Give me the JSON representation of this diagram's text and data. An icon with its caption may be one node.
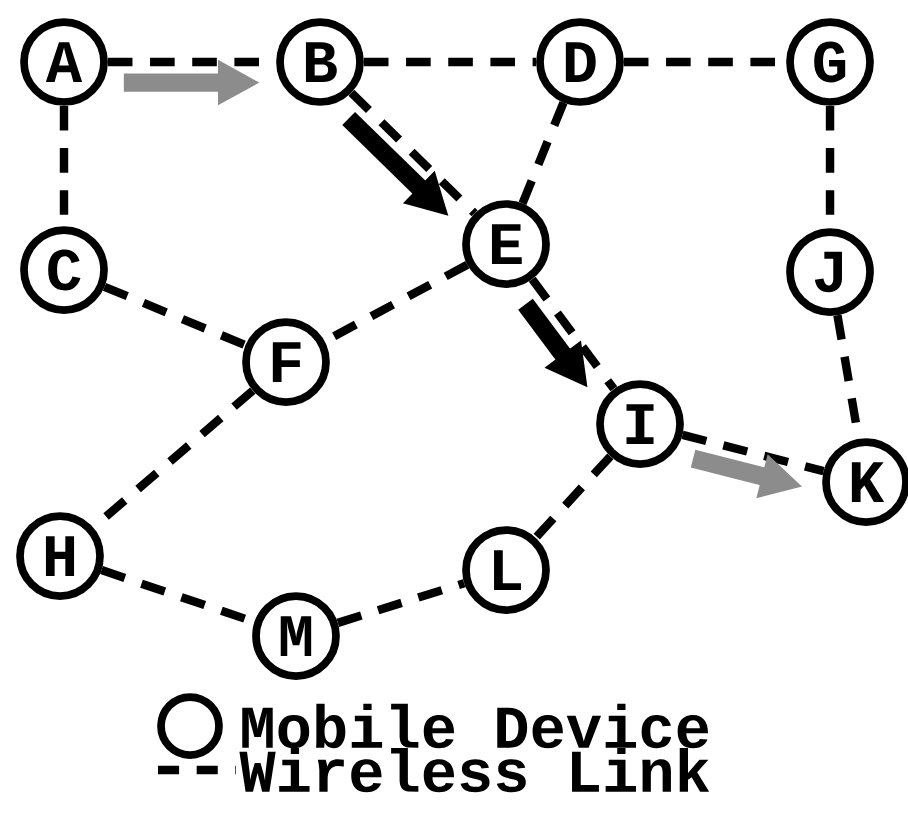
{
  "diagram": {
    "nodes": [
      {
        "text": [
          "A"
        ]
      },
      {
        "text": [
          "B"
        ]
      },
      {
        "text": [
          "D"
        ]
      },
      {
        "text": [
          "G"
        ]
      },
      {
        "text": [
          "C"
        ]
      },
      {
        "text": [
          "E"
        ]
      },
      {
        "text": [
          "J"
        ]
      },
      {
        "text": [
          "F"
        ]
      },
      {
        "text": [
          "I"
        ]
      },
      {
        "text": [
          "K"
        ]
      },
      {
        "text": [
          "H"
        ]
      },
      {
        "text": [
          "L"
        ]
      },
      {
        "text": [
          "M"
        ]
      }
    ],
    "edges": [
      {
        "from": 0,
        "to": 1,
        "arrow": "none",
        "style": "dashed"
      },
      {
        "from": 1,
        "to": 2,
        "arrow": "none",
        "style": "dashed"
      },
      {
        "from": 2,
        "to": 3,
        "arrow": "none",
        "style": "dashed"
      },
      {
        "from": 0,
        "to": 4,
        "arrow": "none",
        "style": "dashed"
      },
      {
        "from": 1,
        "to": 5,
        "arrow": "none",
        "style": "dashed"
      },
      {
        "from": 2,
        "to": 5,
        "arrow": "none",
        "style": "dashed"
      },
      {
        "from": 3,
        "to": 6,
        "arrow": "none",
        "style": "dashed"
      },
      {
        "from": 4,
        "to": 7,
        "arrow": "none",
        "style": "dashed"
      },
      {
        "from": 5,
        "to": 7,
        "arrow": "none",
        "style": "dashed"
      },
      {
        "from": 5,
        "to": 8,
        "arrow": "none",
        "style": "dashed"
      },
      {
        "from": 6,
        "to": 9,
        "arrow": "none",
        "style": "dashed"
      },
      {
        "from": 7,
        "to": 10,
        "arrow": "none",
        "style": "dashed"
      },
      {
        "from": 8,
        "to": 9,
        "arrow": "none",
        "style": "dashed"
      },
      {
        "from": 8,
        "to": 11,
        "arrow": "none",
        "style": "dashed"
      },
      {
        "from": 10,
        "to": 12,
        "arrow": "none",
        "style": "dashed"
      },
      {
        "from": 12,
        "to": 11,
        "arrow": "none",
        "style": "dashed"
      },
      {
        "from": 0,
        "to": 1,
        "arrow": "to",
        "style": "thick",
        "color": "#8c8c8c"
      },
      {
        "from": 1,
        "to": 5,
        "arrow": "to",
        "style": "thick"
      },
      {
        "from": 5,
        "to": 8,
        "arrow": "to",
        "style": "thick"
      },
      {
        "from": 8,
        "to": 9,
        "arrow": "to",
        "style": "thick",
        "color": "#8c8c8c"
      }
    ],
    "legend": [
      {
        "text": "Mobile Device"
      },
      {
        "text": "Wireless Link"
      }
    ]
  }
}
